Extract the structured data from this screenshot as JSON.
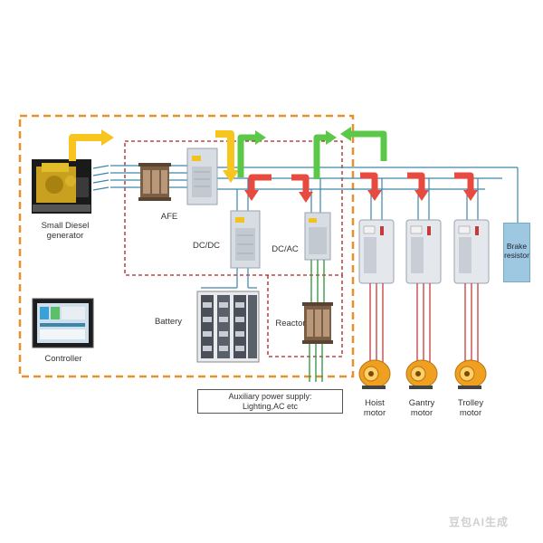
{
  "labels": {
    "generator_line1": "Small Diesel",
    "generator_line2": "generator",
    "afe": "AFE",
    "dcdc": "DC/DC",
    "dcac": "DC/AC",
    "battery": "Battery",
    "reactor": "Reactor",
    "controller": "Controller",
    "aux_line1": "Auxiliary power supply:",
    "aux_line2": "Lighting,AC etc",
    "brake_line1": "Brake",
    "brake_line2": "resistor",
    "hoist_line1": "Hoist",
    "hoist_line2": "motor",
    "gantry_line1": "Gantry",
    "gantry_line2": "motor",
    "trolley_line1": "Trolley",
    "trolley_line2": "motor"
  },
  "watermark": "豆包AI生成",
  "colors": {
    "orange_dash": "#e8902a",
    "red_dash": "#b02020",
    "bus_blue": "#3d86a8",
    "arrow_yellow": "#f7c51e",
    "arrow_green": "#5cc84a",
    "arrow_red": "#e84a40",
    "wire_red": "#c63a3a",
    "wire_green": "#3a9a4a",
    "motor_orange": "#f0a020"
  }
}
